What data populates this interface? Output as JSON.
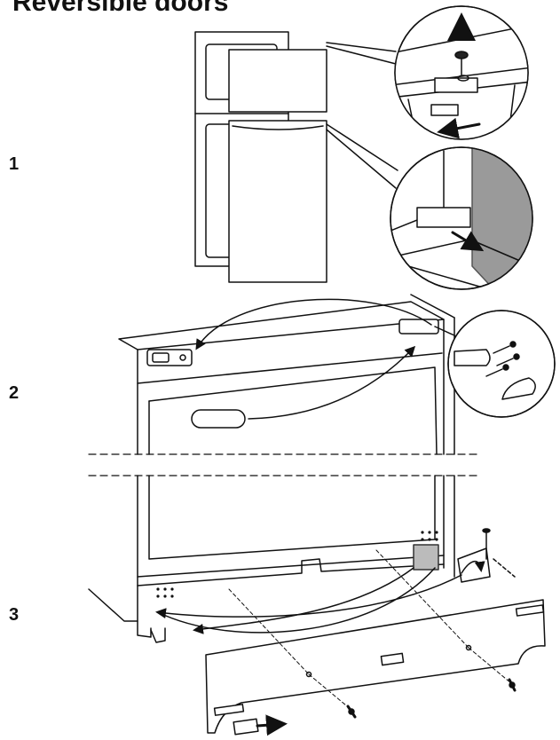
{
  "title": "Reversible doors",
  "steps": [
    "1",
    "2",
    "3"
  ],
  "colors": {
    "line": "#111111",
    "wall": "#9a9a9a",
    "panel": "#ffffff"
  }
}
